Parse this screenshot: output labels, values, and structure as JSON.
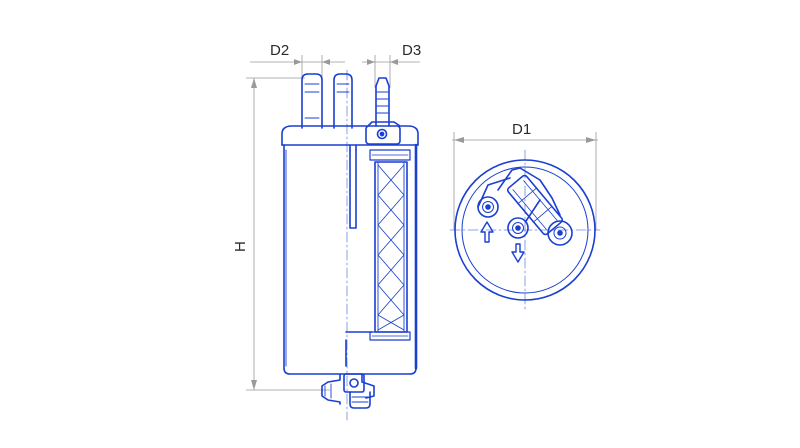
{
  "labels": {
    "d1": "D1",
    "d2": "D2",
    "d3": "D3",
    "h": "H"
  },
  "colors": {
    "line": "#1a3fd1",
    "line_light": "#6f86e6",
    "dimension": "#9a9a9a",
    "text": "#2a2a2a"
  },
  "icons": {
    "inlet_arrow": "arrow-up-icon",
    "outlet_arrow": "arrow-down-icon"
  }
}
